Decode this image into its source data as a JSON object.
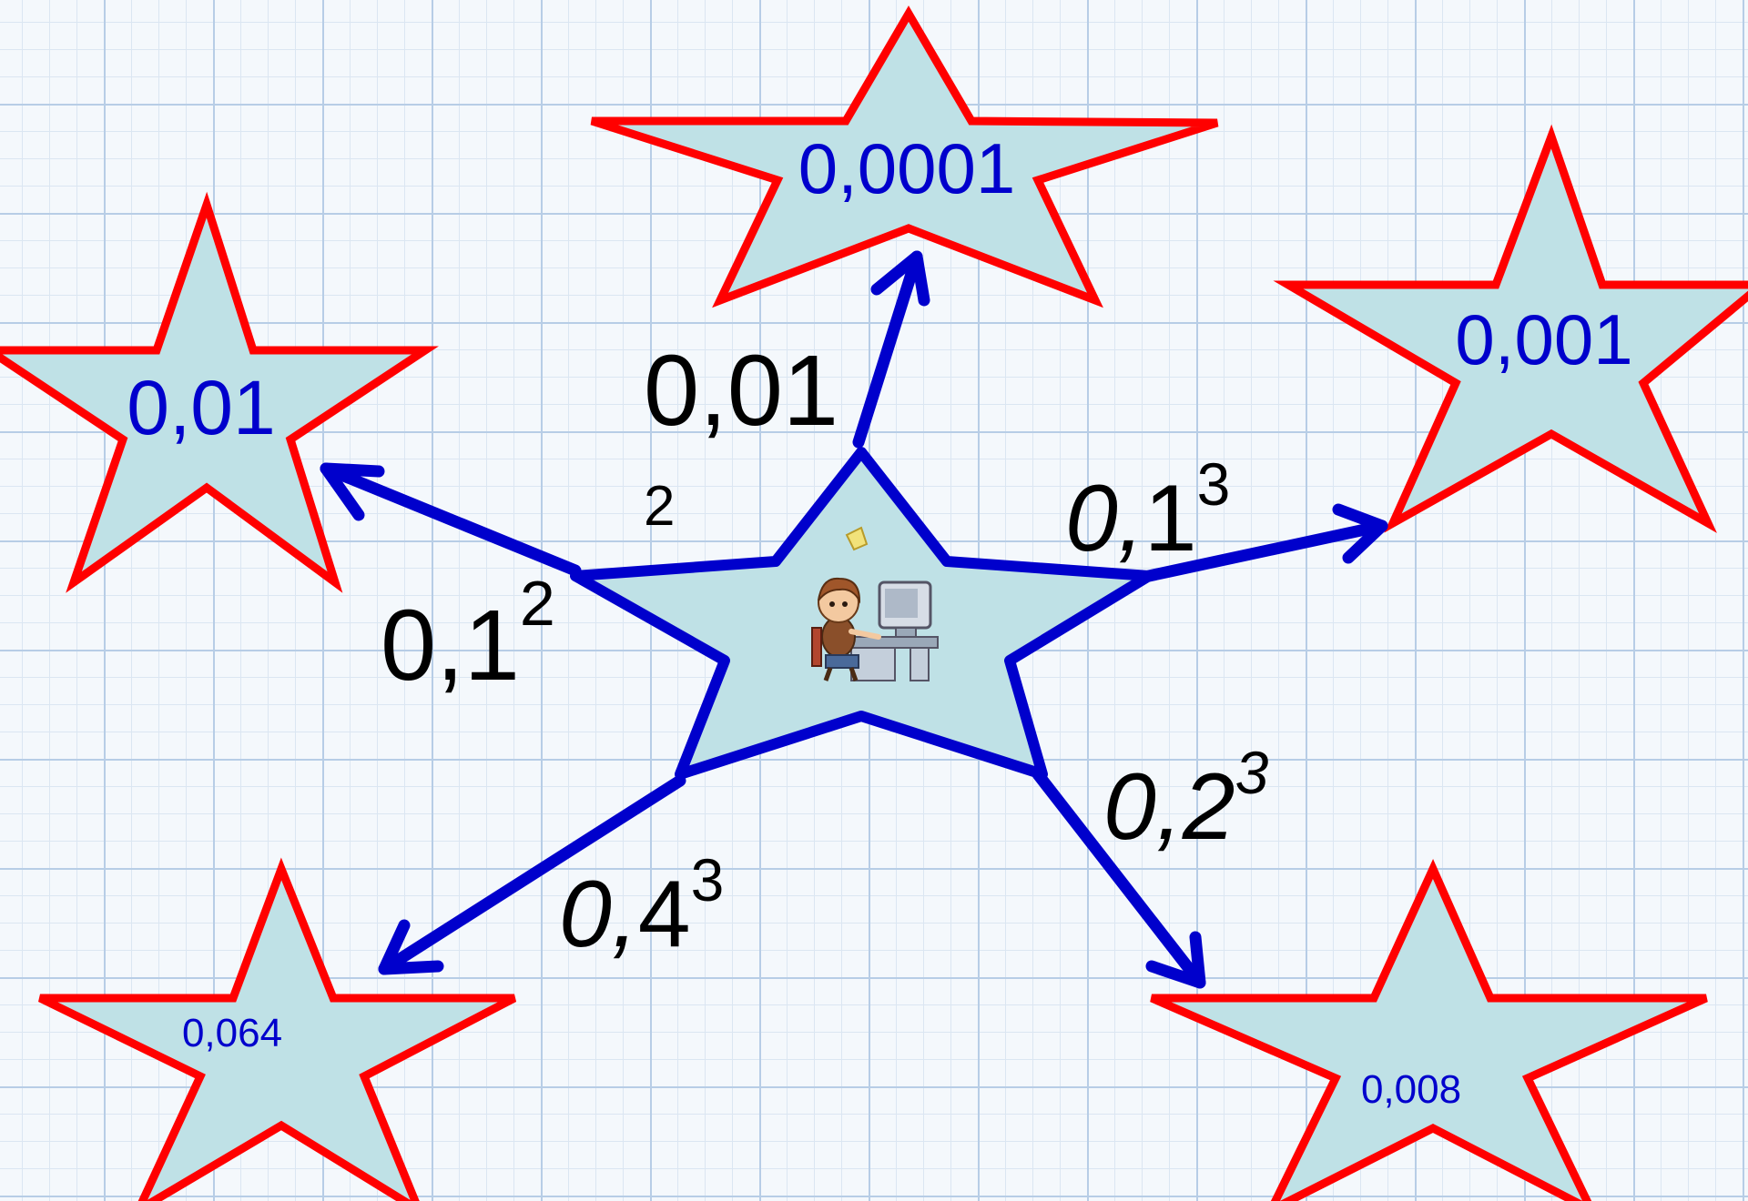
{
  "results": {
    "center_top": "0,0001",
    "left": "0,01",
    "right": "0,001",
    "bottom_left": "0,064",
    "bottom_right": "0,008"
  },
  "expressions": {
    "top": {
      "base": "0,01",
      "exponent": "2"
    },
    "left": {
      "base": "0,1",
      "exponent": "2"
    },
    "right": {
      "base_italic": "0,",
      "base": "1",
      "exponent": "3"
    },
    "bottom_right": {
      "base_italic": "0,",
      "base": "2",
      "exponent": "3"
    },
    "bottom_left": {
      "base_italic": "0,",
      "base": "4",
      "exponent": "3"
    }
  },
  "icons": {
    "center": "person-at-computer-icon"
  },
  "colors": {
    "star_fill": "#bfe1e6",
    "star_outline": "#ff0000",
    "arrow": "#0000cc",
    "result_text": "#0000cc"
  }
}
